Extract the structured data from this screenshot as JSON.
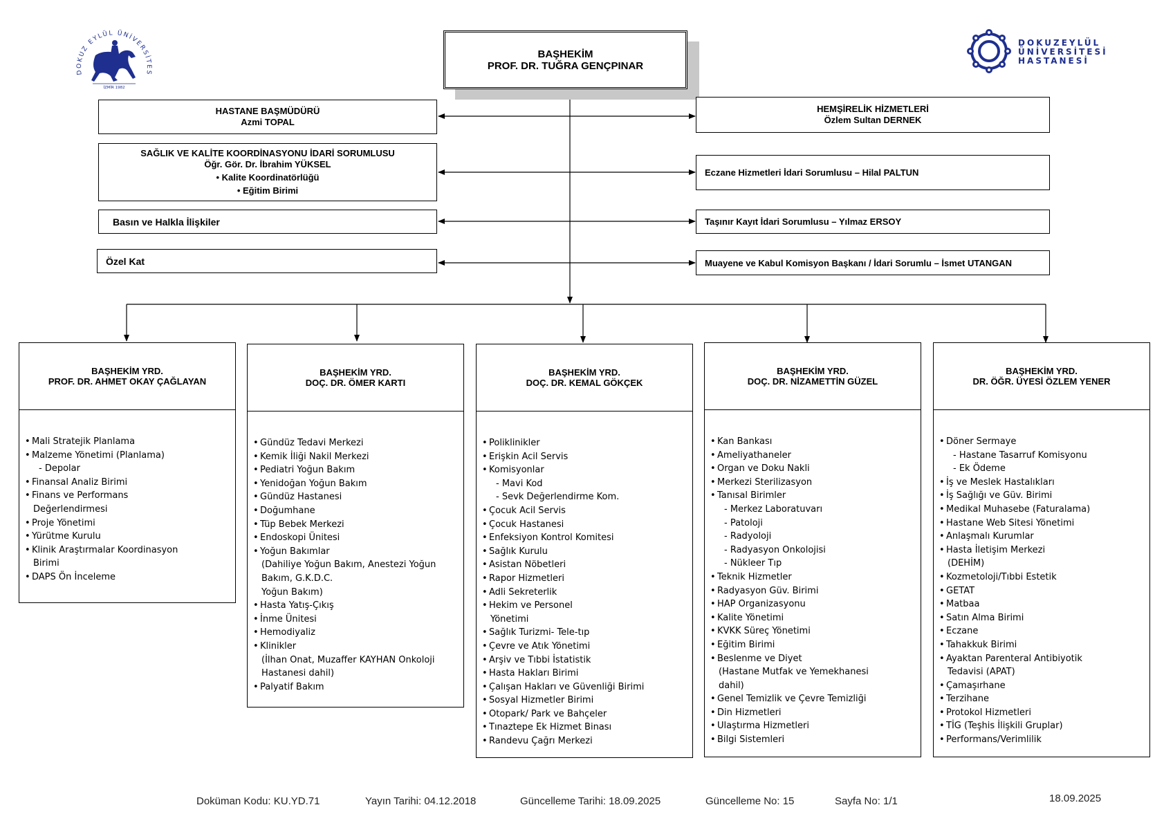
{
  "chief": {
    "title": "BAŞHEKİM",
    "name": "PROF. DR. TUĞRA GENÇPINAR"
  },
  "left_boxes": [
    {
      "lines": [
        "HASTANE BAŞMÜDÜRÜ",
        "Azmi TOPAL"
      ]
    },
    {
      "lines": [
        "SAĞLIK VE KALİTE KOORDİNASYONU İDARİ SORUMLUSU",
        "Öğr. Gör. Dr. İbrahim YÜKSEL",
        "• Kalite Koordinatörlüğü",
        "• Eğitim Birimi"
      ]
    },
    {
      "lines": [
        "Basın ve Halkla İlişkiler"
      ]
    },
    {
      "lines": [
        "Özel Kat"
      ]
    }
  ],
  "right_boxes": [
    {
      "lines": [
        "HEMŞİRELİK HİZMETLERİ",
        "Özlem Sultan DERNEK"
      ]
    },
    {
      "lines": [
        "Eczane Hizmetleri İdari Sorumlusu – Hilal PALTUN"
      ]
    },
    {
      "lines": [
        "Taşınır Kayıt İdari Sorumlusu – Yılmaz ERSOY"
      ]
    },
    {
      "lines": [
        "Muayene ve Kabul Komisyon Başkanı / İdari Sorumlu  – İsmet UTANGAN"
      ]
    }
  ],
  "deputies": [
    {
      "title": "BAŞHEKİM YRD.",
      "name": "PROF. DR. AHMET OKAY ÇAĞLAYAN",
      "items": [
        {
          "t": "Mali Stratejik Planlama",
          "k": "b"
        },
        {
          "t": "Malzeme Yönetimi (Planlama)",
          "k": "b"
        },
        {
          "t": "Depolar",
          "k": "sub"
        },
        {
          "t": "Finansal Analiz Birimi",
          "k": "b"
        },
        {
          "t": "Finans ve Performans",
          "k": "b"
        },
        {
          "t": "Değerlendirmesi",
          "k": "cont"
        },
        {
          "t": "Proje Yönetimi",
          "k": "b"
        },
        {
          "t": "Yürütme Kurulu",
          "k": "b"
        },
        {
          "t": "Klinik Araştırmalar Koordinasyon",
          "k": "b"
        },
        {
          "t": "Birimi",
          "k": "cont"
        },
        {
          "t": "DAPS Ön İnceleme",
          "k": "b"
        }
      ]
    },
    {
      "title": "BAŞHEKİM YRD.",
      "name": "DOÇ. DR. ÖMER KARTI",
      "items": [
        {
          "t": "Gündüz Tedavi Merkezi",
          "k": "b"
        },
        {
          "t": "Kemik İliği Nakil Merkezi",
          "k": "b"
        },
        {
          "t": "Pediatri Yoğun Bakım",
          "k": "b"
        },
        {
          "t": "Yenidoğan Yoğun Bakım",
          "k": "b"
        },
        {
          "t": "Gündüz Hastanesi",
          "k": "b"
        },
        {
          "t": "Doğumhane",
          "k": "b"
        },
        {
          "t": "Tüp Bebek Merkezi",
          "k": "b"
        },
        {
          "t": "Endoskopi Ünitesi",
          "k": "b"
        },
        {
          "t": "Yoğun Bakımlar",
          "k": "b"
        },
        {
          "t": "(Dahiliye Yoğun Bakım, Anestezi Yoğun",
          "k": "cont"
        },
        {
          "t": " Bakım, G.K.D.C.",
          "k": "cont"
        },
        {
          "t": " Yoğun Bakım)",
          "k": "cont"
        },
        {
          "t": "Hasta Yatış-Çıkış",
          "k": "b"
        },
        {
          "t": "İnme Ünitesi",
          "k": "b"
        },
        {
          "t": "Hemodiyaliz",
          "k": "b"
        },
        {
          "t": "Klinikler",
          "k": "b"
        },
        {
          "t": "(İlhan Onat, Muzaffer KAYHAN Onkoloji",
          "k": "cont"
        },
        {
          "t": "  Hastanesi dahil)",
          "k": "cont"
        },
        {
          "t": "Palyatif Bakım",
          "k": "b"
        }
      ]
    },
    {
      "title": "BAŞHEKİM YRD.",
      "name": "DOÇ. DR. KEMAL GÖKÇEK",
      "items": [
        {
          "t": "Poliklinikler",
          "k": "b"
        },
        {
          "t": "Erişkin Acil Servis",
          "k": "b"
        },
        {
          "t": "Komisyonlar",
          "k": "b"
        },
        {
          "t": "Mavi Kod",
          "k": "sub"
        },
        {
          "t": "Sevk Değerlendirme Kom.",
          "k": "sub"
        },
        {
          "t": "Çocuk Acil Servis",
          "k": "b"
        },
        {
          "t": "Çocuk Hastanesi",
          "k": "b"
        },
        {
          "t": "Enfeksiyon Kontrol Komitesi",
          "k": "b"
        },
        {
          "t": "Sağlık Kurulu",
          "k": "b"
        },
        {
          "t": "Asistan Nöbetleri",
          "k": "b"
        },
        {
          "t": "Rapor Hizmetleri",
          "k": "b"
        },
        {
          "t": "Adli Sekreterlik",
          "k": "b"
        },
        {
          "t": "Hekim ve Personel",
          "k": "b"
        },
        {
          "t": "Yönetimi",
          "k": "cont"
        },
        {
          "t": "Sağlık Turizmi- Tele-tıp",
          "k": "b"
        },
        {
          "t": "Çevre ve Atık Yönetimi",
          "k": "b"
        },
        {
          "t": "Arşiv ve Tıbbi İstatistik",
          "k": "b"
        },
        {
          "t": "Hasta Hakları Birimi",
          "k": "b"
        },
        {
          "t": "Çalışan Hakları ve Güvenliği Birimi",
          "k": "b"
        },
        {
          "t": "Sosyal Hizmetler Birimi",
          "k": "b"
        },
        {
          "t": "Otopark/ Park ve Bahçeler",
          "k": "b"
        },
        {
          "t": "Tınaztepe Ek Hizmet Binası",
          "k": "b"
        },
        {
          "t": "Randevu Çağrı Merkezi",
          "k": "b"
        }
      ]
    },
    {
      "title": "BAŞHEKİM YRD.",
      "name": "DOÇ. DR. NİZAMETTİN GÜZEL",
      "items": [
        {
          "t": "Kan Bankası",
          "k": "b"
        },
        {
          "t": "Ameliyathaneler",
          "k": "b"
        },
        {
          "t": "Organ ve Doku Nakli",
          "k": "b"
        },
        {
          "t": "Merkezi Sterilizasyon",
          "k": "b"
        },
        {
          "t": "Tanısal Birimler",
          "k": "b"
        },
        {
          "t": "Merkez Laboratuvarı",
          "k": "sub"
        },
        {
          "t": "Patoloji",
          "k": "sub"
        },
        {
          "t": "Radyoloji",
          "k": "sub"
        },
        {
          "t": "Radyasyon Onkolojisi",
          "k": "sub"
        },
        {
          "t": "Nükleer Tıp",
          "k": "sub"
        },
        {
          "t": "Teknik Hizmetler",
          "k": "b"
        },
        {
          "t": "Radyasyon Güv. Birimi",
          "k": "b"
        },
        {
          "t": "HAP Organizasyonu",
          "k": "b"
        },
        {
          "t": "Kalite Yönetimi",
          "k": "b"
        },
        {
          "t": "KVKK Süreç Yönetimi",
          "k": "b"
        },
        {
          "t": "Eğitim Birimi",
          "k": "b"
        },
        {
          "t": "Beslenme ve Diyet",
          "k": "b"
        },
        {
          "t": "(Hastane Mutfak ve Yemekhanesi",
          "k": "cont"
        },
        {
          "t": " dahil)",
          "k": "cont"
        },
        {
          "t": "Genel Temizlik ve Çevre Temizliği",
          "k": "b"
        },
        {
          "t": "Din Hizmetleri",
          "k": "b"
        },
        {
          "t": "Ulaştırma Hizmetleri",
          "k": "b"
        },
        {
          "t": "Bilgi Sistemleri",
          "k": "b"
        }
      ]
    },
    {
      "title": "BAŞHEKİM YRD.",
      "name": "DR. ÖĞR. ÜYESİ ÖZLEM YENER",
      "items": [
        {
          "t": "Döner Sermaye",
          "k": "b"
        },
        {
          "t": "Hastane Tasarruf Komisyonu",
          "k": "sub"
        },
        {
          "t": "Ek Ödeme",
          "k": "sub"
        },
        {
          "t": "İş ve Meslek Hastalıkları",
          "k": "b"
        },
        {
          "t": "İş Sağlığı ve Güv. Birimi",
          "k": "b"
        },
        {
          "t": "Medikal Muhasebe (Faturalama)",
          "k": "b"
        },
        {
          "t": "Hastane Web Sitesi Yönetimi",
          "k": "b"
        },
        {
          "t": "Anlaşmalı Kurumlar",
          "k": "b"
        },
        {
          "t": "Hasta İletişim Merkezi",
          "k": "b"
        },
        {
          "t": "(DEHİM)",
          "k": "cont"
        },
        {
          "t": "Kozmetoloji/Tıbbi Estetik",
          "k": "b"
        },
        {
          "t": "GETAT",
          "k": "b"
        },
        {
          "t": "Matbaa",
          "k": "b"
        },
        {
          "t": "Satın Alma Birimi",
          "k": "b"
        },
        {
          "t": "Eczane",
          "k": "b"
        },
        {
          "t": "Tahakkuk Birimi",
          "k": "b"
        },
        {
          "t": "Ayaktan Parenteral Antibiyotik",
          "k": "b"
        },
        {
          "t": "Tedavisi (APAT)",
          "k": "cont"
        },
        {
          "t": "Çamaşırhane",
          "k": "b"
        },
        {
          "t": "Terzihane",
          "k": "b"
        },
        {
          "t": "Protokol Hizmetleri",
          "k": "b"
        },
        {
          "t": "TİG (Teşhis İlişkili Gruplar)",
          "k": "b"
        },
        {
          "t": "Performans/Verimlilik",
          "k": "b"
        }
      ]
    }
  ],
  "logo_left": {
    "ring_text": "DOKUZ EYLÜL ÜNİVERSİTESİ",
    "year": "İZMİR 1982"
  },
  "logo_right": {
    "lines": [
      "DOKUZEYLÜL",
      "ÜNİVERSİTESİ",
      "HASTANESİ"
    ]
  },
  "footer": {
    "doc_code": "Doküman Kodu: KU.YD.71",
    "pub_date": "Yayın Tarihi: 04.12.2018",
    "upd_date": "Güncelleme Tarihi: 18.09.2025",
    "upd_no": "Güncelleme No: 15",
    "page_no": "Sayfa No: 1/1",
    "print_date": "18.09.2025"
  },
  "colors": {
    "line": "#000000",
    "shadow": "#c8c8c8",
    "logo_blue": "#1f2f8f"
  }
}
